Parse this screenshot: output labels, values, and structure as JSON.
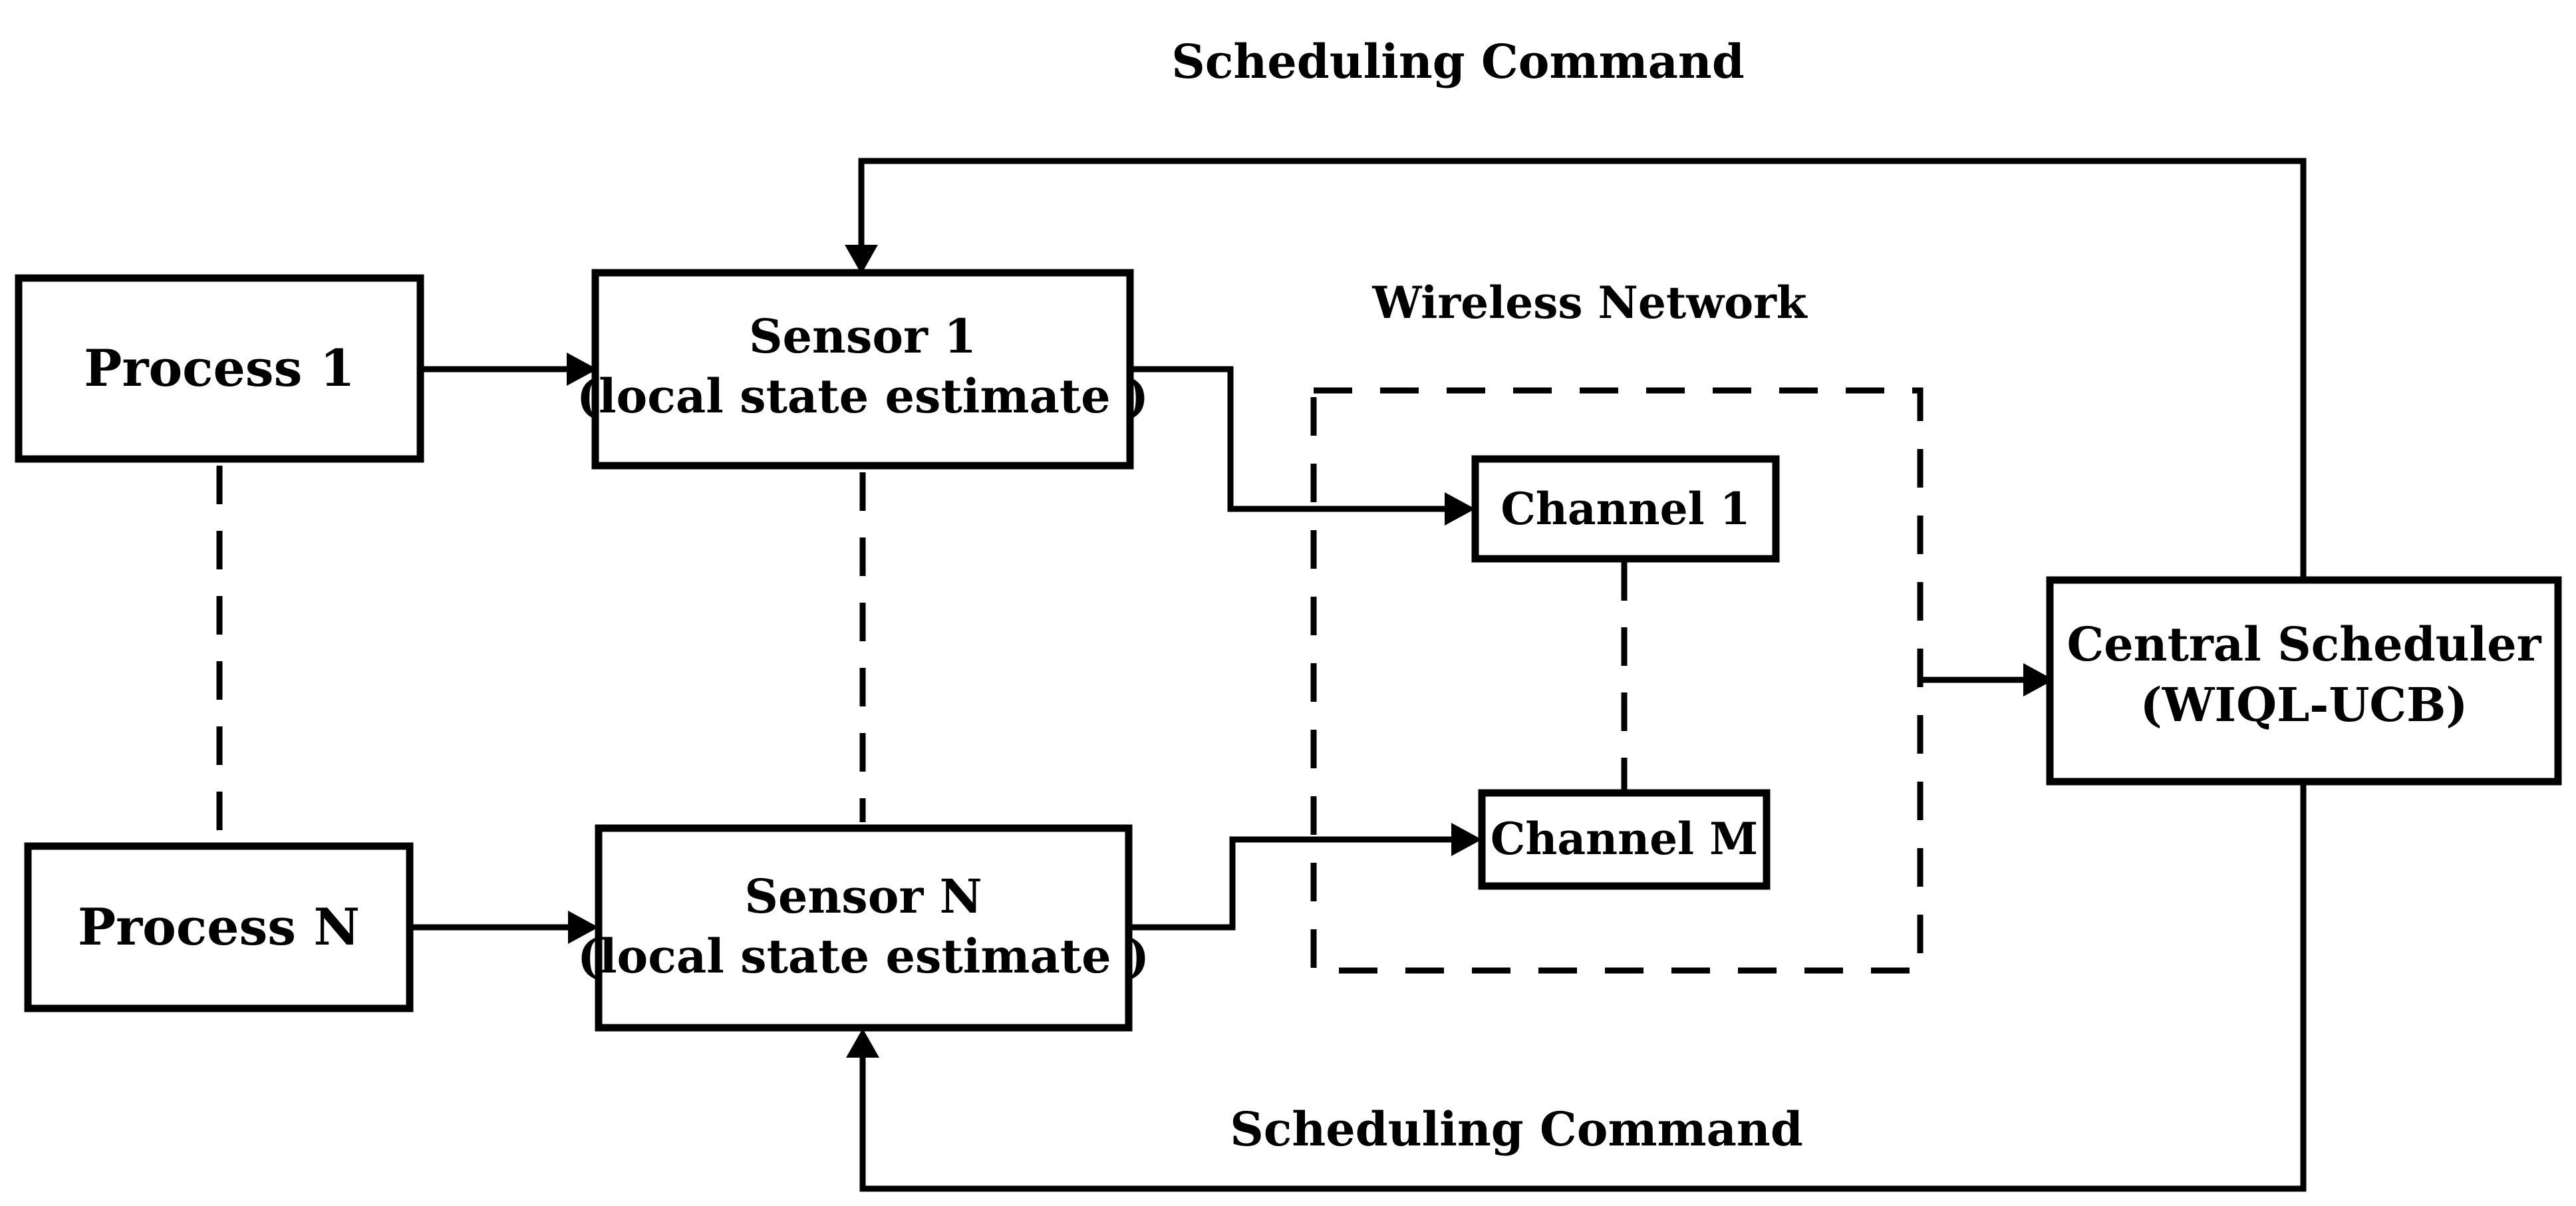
{
  "nodes": {
    "process_1": "Process 1",
    "process_n": "Process N",
    "sensor_1": {
      "line1": "Sensor 1",
      "line2": "(local state estimate )"
    },
    "sensor_n": {
      "line1": "Sensor N",
      "line2": "(local state estimate )"
    },
    "channel_1": "Channel 1",
    "channel_m": "Channel M",
    "central_scheduler": {
      "line1": "Central Scheduler",
      "line2": "(WIQL-UCB)"
    }
  },
  "labels": {
    "wireless_network": "Wireless Network",
    "scheduling_command_top": "Scheduling Command",
    "scheduling_command_bottom": "Scheduling Command"
  },
  "colors": {
    "stroke": "#000000",
    "background": "#ffffff"
  }
}
